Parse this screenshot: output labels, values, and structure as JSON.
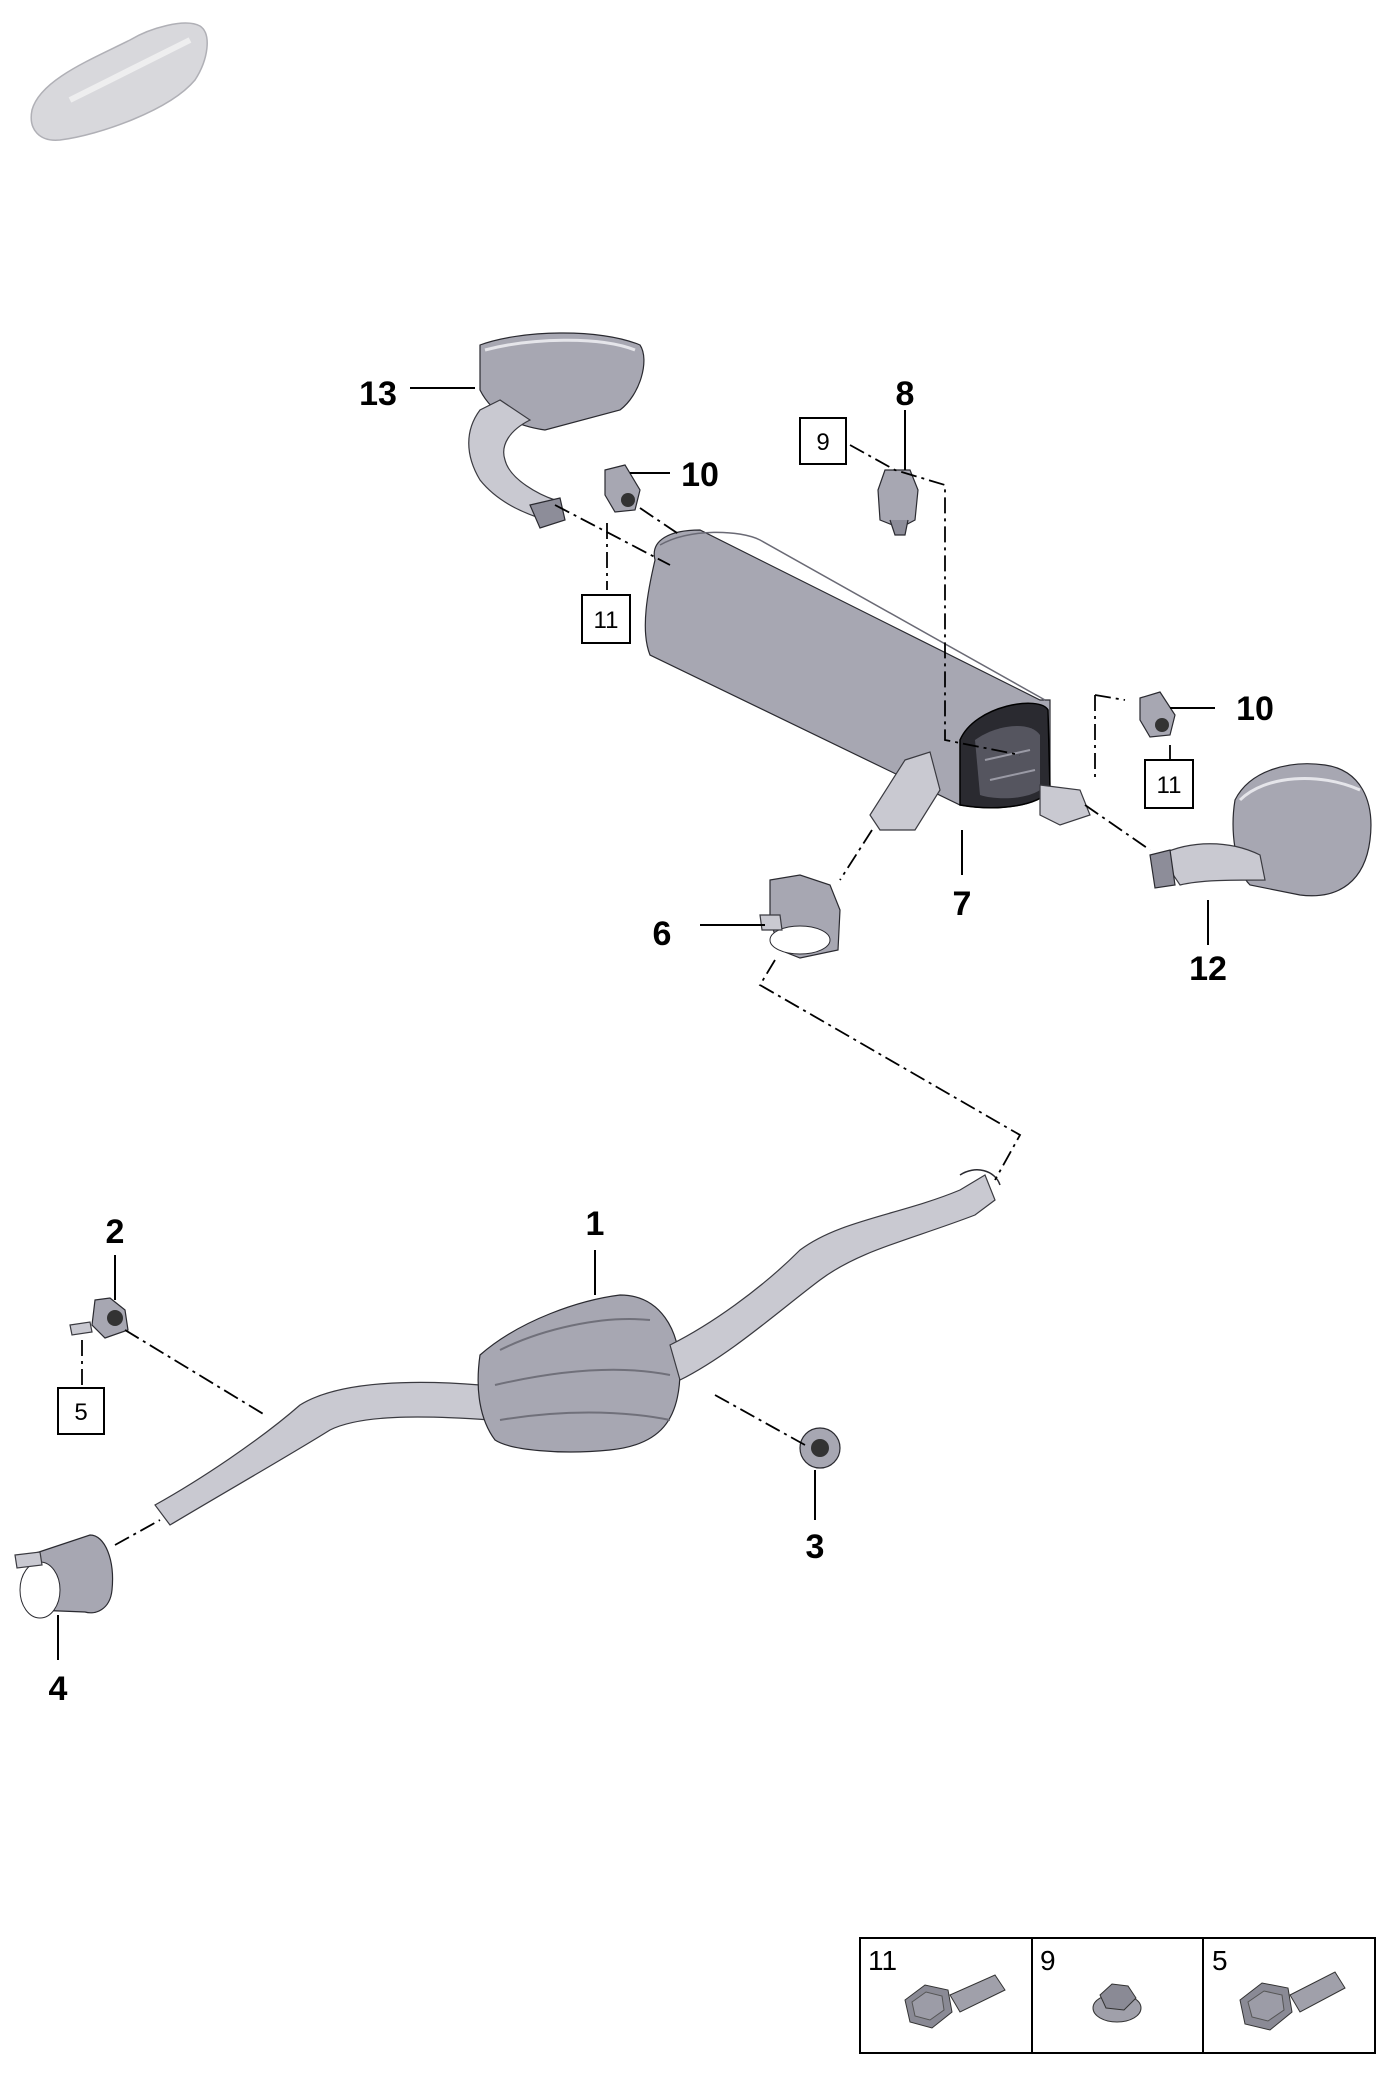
{
  "callouts": {
    "c1": "1",
    "c2": "2",
    "c3": "3",
    "c4": "4",
    "c6": "6",
    "c7": "7",
    "c8": "8",
    "c10a": "10",
    "c10b": "10",
    "c12": "12",
    "c13": "13"
  },
  "ref_boxes": {
    "r9": "9",
    "r11a": "11",
    "r11b": "11",
    "r5": "5"
  },
  "legend": {
    "cells": [
      {
        "label": "11",
        "icon": "hex-flange-bolt-icon"
      },
      {
        "label": "9",
        "icon": "hex-flange-nut-icon"
      },
      {
        "label": "5",
        "icon": "hex-flange-bolt-icon"
      }
    ]
  },
  "colors": {
    "part_fill": "#a7a7b2",
    "line": "#000000"
  }
}
